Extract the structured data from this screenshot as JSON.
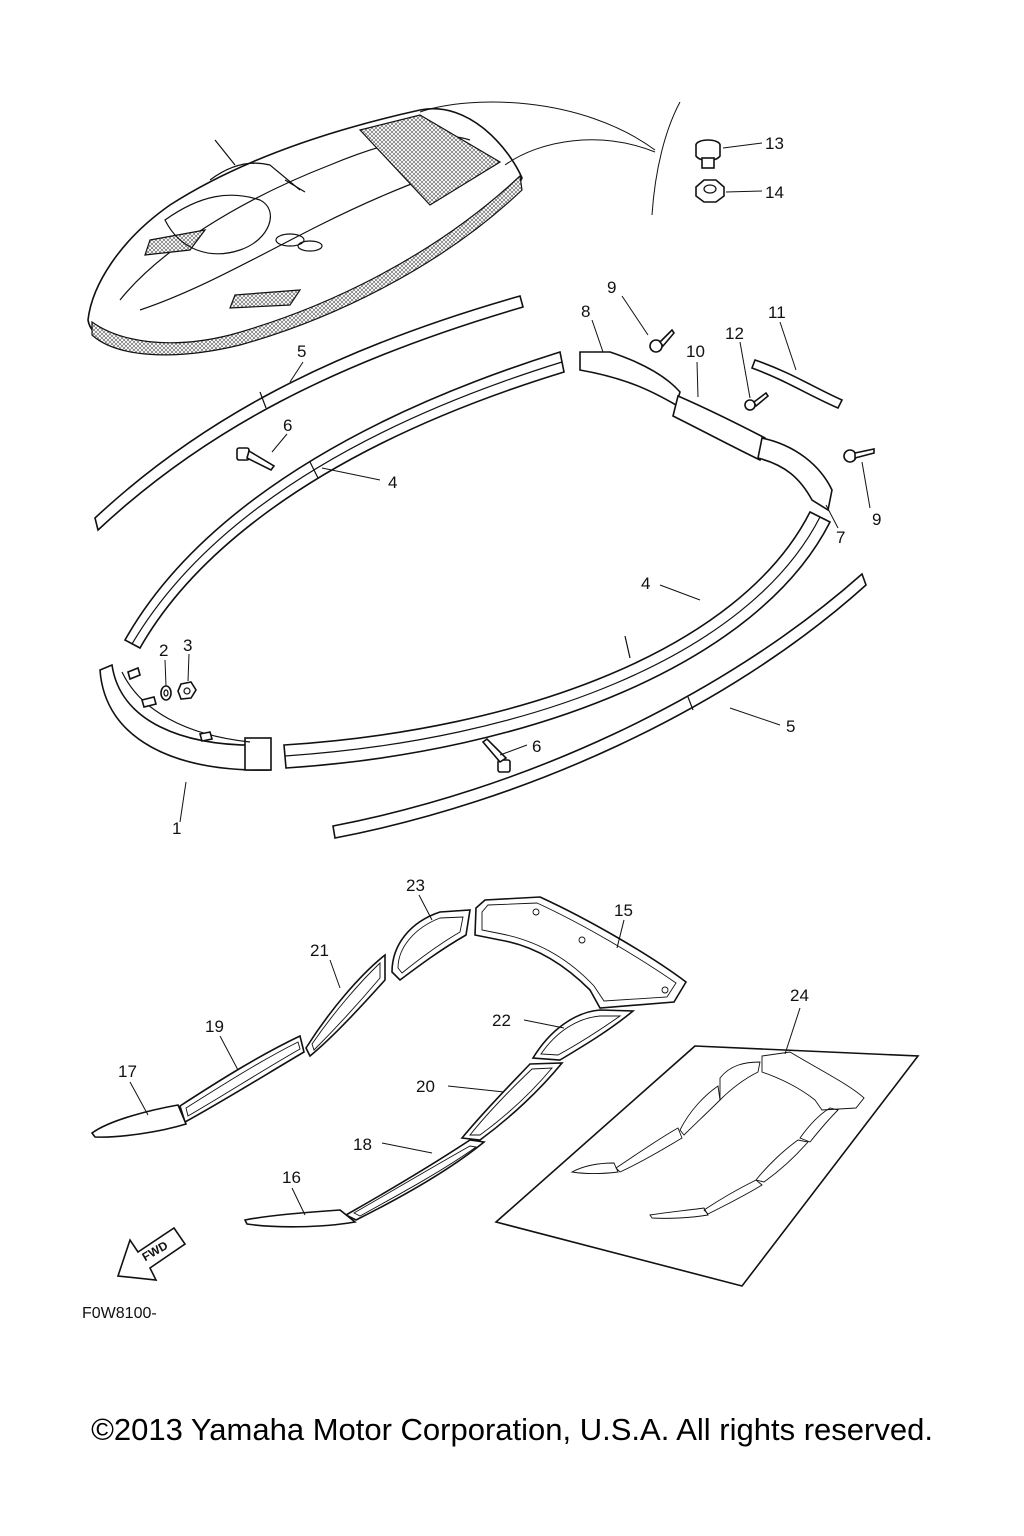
{
  "callouts": {
    "c1": "1",
    "c2": "2",
    "c3": "3",
    "c4a": "4",
    "c4b": "4",
    "c5a": "5",
    "c5b": "5",
    "c6a": "6",
    "c6b": "6",
    "c7": "7",
    "c8": "8",
    "c9a": "9",
    "c9b": "9",
    "c10": "10",
    "c11": "11",
    "c12": "12",
    "c13": "13",
    "c14": "14",
    "c15": "15",
    "c16": "16",
    "c17": "17",
    "c18": "18",
    "c19": "19",
    "c20": "20",
    "c21": "21",
    "c22": "22",
    "c23": "23",
    "c24": "24"
  },
  "fwd_label": "FWD",
  "diagram_code": "F0W8100-",
  "copyright": "©2013 Yamaha Motor Corporation, U.S.A. All rights reserved."
}
